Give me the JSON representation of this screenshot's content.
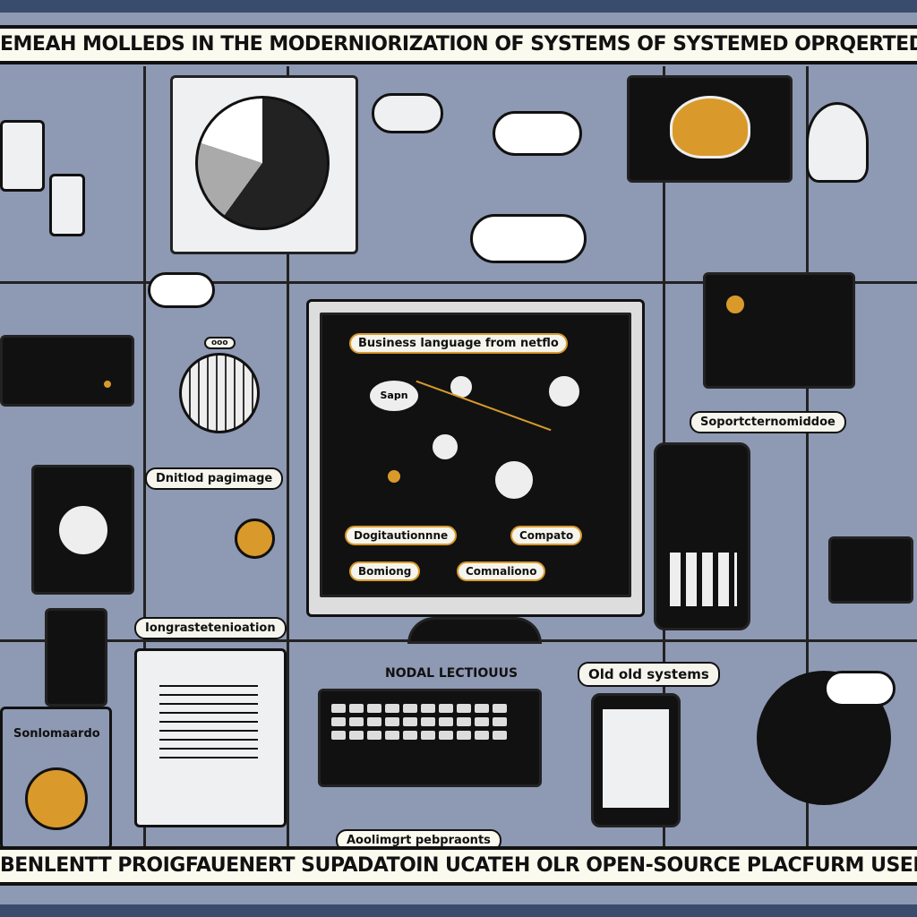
{
  "header": {
    "text": "emeah molleds in the moderniorization of systems of systemed oprqerted busmested compted languag"
  },
  "footer": {
    "text": "benlentt proigfauenert supadatoin ucateh olr open-source placfurm used to automat to astommatte deployytier"
  },
  "monitor": {
    "title": "Business language from netflo",
    "nodes": [
      "Sapn",
      "Dogitautionnne",
      "Compato",
      "Bomiong",
      "Comnaliono"
    ]
  },
  "labels": {
    "support": "Soportcternomiddoe",
    "download": "Dnitlod pagimage",
    "integration": "Iongrastetenioation",
    "nodal": "Nodal Lectiouus",
    "old_systems": "Old old systems",
    "sonlo": "Sonlomaardo",
    "applications": "Aoolimgrt pebpraonts",
    "small_tag": "ooo"
  },
  "colors": {
    "accent": "#d99a2b",
    "background": "#8e99b3",
    "ink": "#111111"
  }
}
